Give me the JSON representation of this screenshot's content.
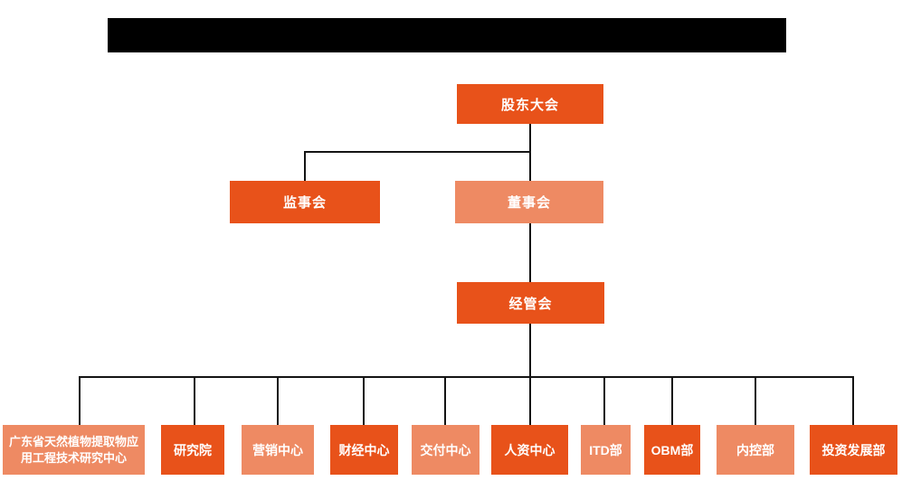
{
  "colors": {
    "primary": "#e8521a",
    "secondary": "#ee8a63",
    "line": "#141414",
    "node_text": "#ffffff",
    "redaction": "#000000",
    "background": "#ffffff"
  },
  "org_chart": {
    "nodes": {
      "shareholders_meeting": "股东大会",
      "supervisory_board": "监事会",
      "board_of_directors": "董事会",
      "management_committee": "经管会"
    },
    "departments": [
      "广东省天然植物提取物应用工程技术研究中心",
      "研究院",
      "营销中心",
      "财经中心",
      "交付中心",
      "人资中心",
      "ITD部",
      "OBM部",
      "内控部",
      "投资发展部"
    ],
    "structure": {
      "root": "shareholders_meeting",
      "shareholders_meeting_children": [
        "supervisory_board",
        "board_of_directors"
      ],
      "board_of_directors_children": [
        "management_committee"
      ],
      "management_committee_children": "all 10 departments"
    }
  }
}
